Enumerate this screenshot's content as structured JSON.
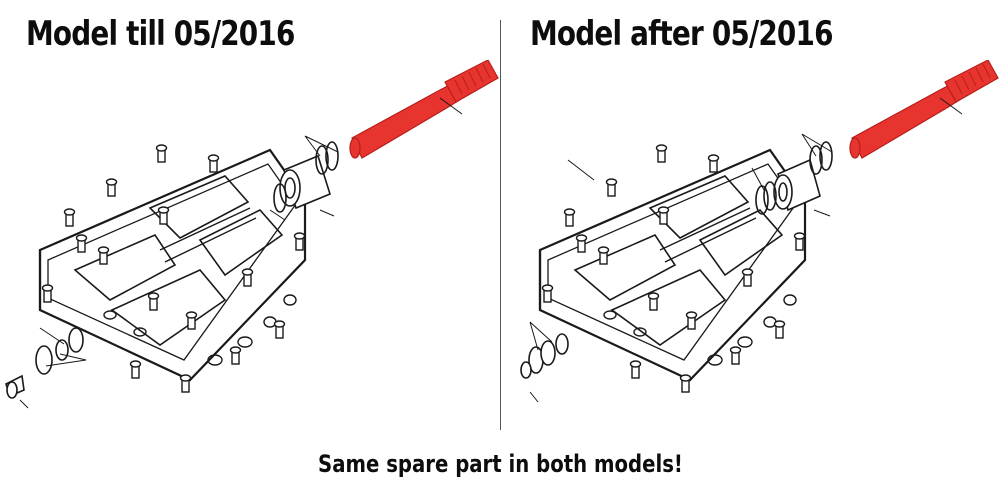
{
  "left_panel": {
    "heading": "Model till 05/2016"
  },
  "right_panel": {
    "heading": "Model after 05/2016"
  },
  "footer": {
    "caption": "Same spare part in both models!"
  },
  "colors": {
    "highlight": "#e8342f",
    "line": "#1a1a1a"
  }
}
